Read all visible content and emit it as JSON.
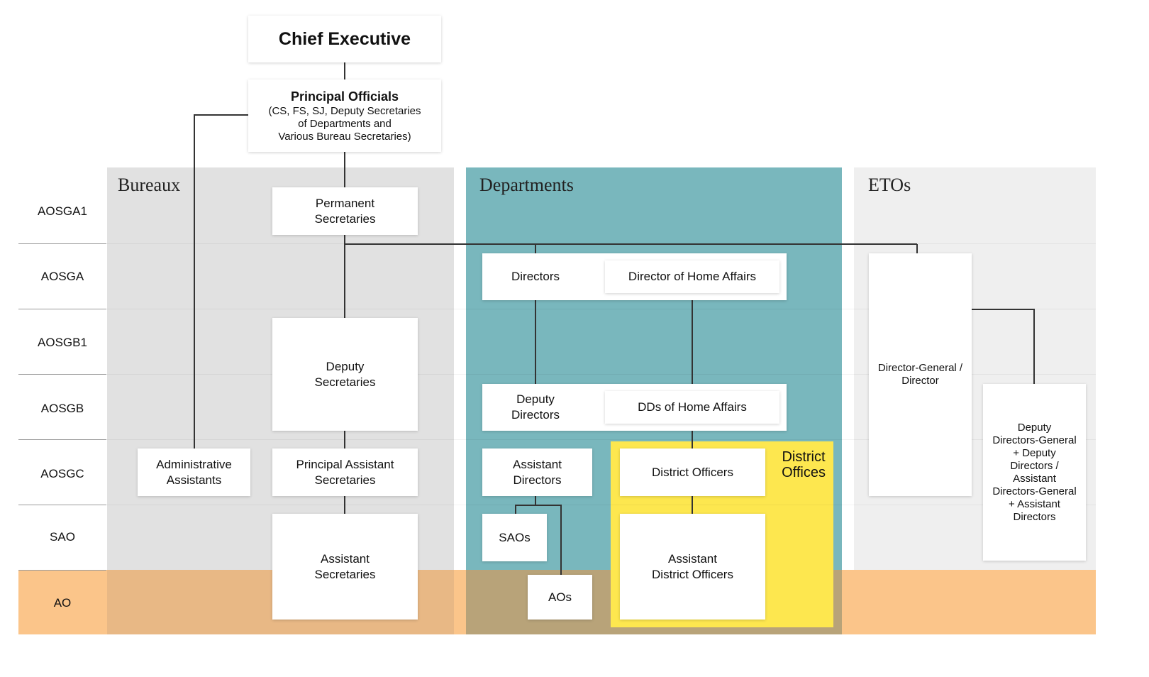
{
  "colors": {
    "bureaux_panel": "#e1e1e1",
    "departments_panel": "#79b7bd",
    "etos_panel": "#efefef",
    "ao_band": "#fbc58a",
    "district_offices": "#fde74f",
    "connector": "#333333"
  },
  "top": {
    "chief_executive": "Chief Executive",
    "principal_officials_title": "Principal Officials",
    "principal_officials_detail": "(CS, FS, SJ, Deputy Secretaries\nof Departments and\nVarious Bureau Secretaries)"
  },
  "panels": {
    "bureaux": "Bureaux",
    "departments": "Departments",
    "etos": "ETOs"
  },
  "grades": [
    "AOSGA1",
    "AOSGA",
    "AOSGB1",
    "AOSGB",
    "AOSGC",
    "SAO",
    "AO"
  ],
  "bureaux": {
    "permanent_secretaries": "Permanent\nSecretaries",
    "deputy_secretaries": "Deputy\nSecretaries",
    "administrative_assistants": "Administrative\nAssistants",
    "principal_assistant_secretaries": "Principal Assistant\nSecretaries",
    "assistant_secretaries": "Assistant\nSecretaries"
  },
  "departments": {
    "directors": "Directors",
    "director_home_affairs": "Director of Home Affairs",
    "deputy_directors": "Deputy\nDirectors",
    "dds_home_affairs": "DDs of Home Affairs",
    "assistant_directors": "Assistant\nDirectors",
    "saos": "SAOs",
    "aos": "AOs",
    "district_offices_label": "District\nOffices",
    "district_officers": "District Officers",
    "assistant_district_officers": "Assistant\nDistrict Officers"
  },
  "etos": {
    "director_general": "Director-General /\nDirector",
    "deputy_directors_general": "Deputy\nDirectors-General\n+ Deputy\nDirectors /\nAssistant\nDirectors-General\n+ Assistant\nDirectors"
  }
}
